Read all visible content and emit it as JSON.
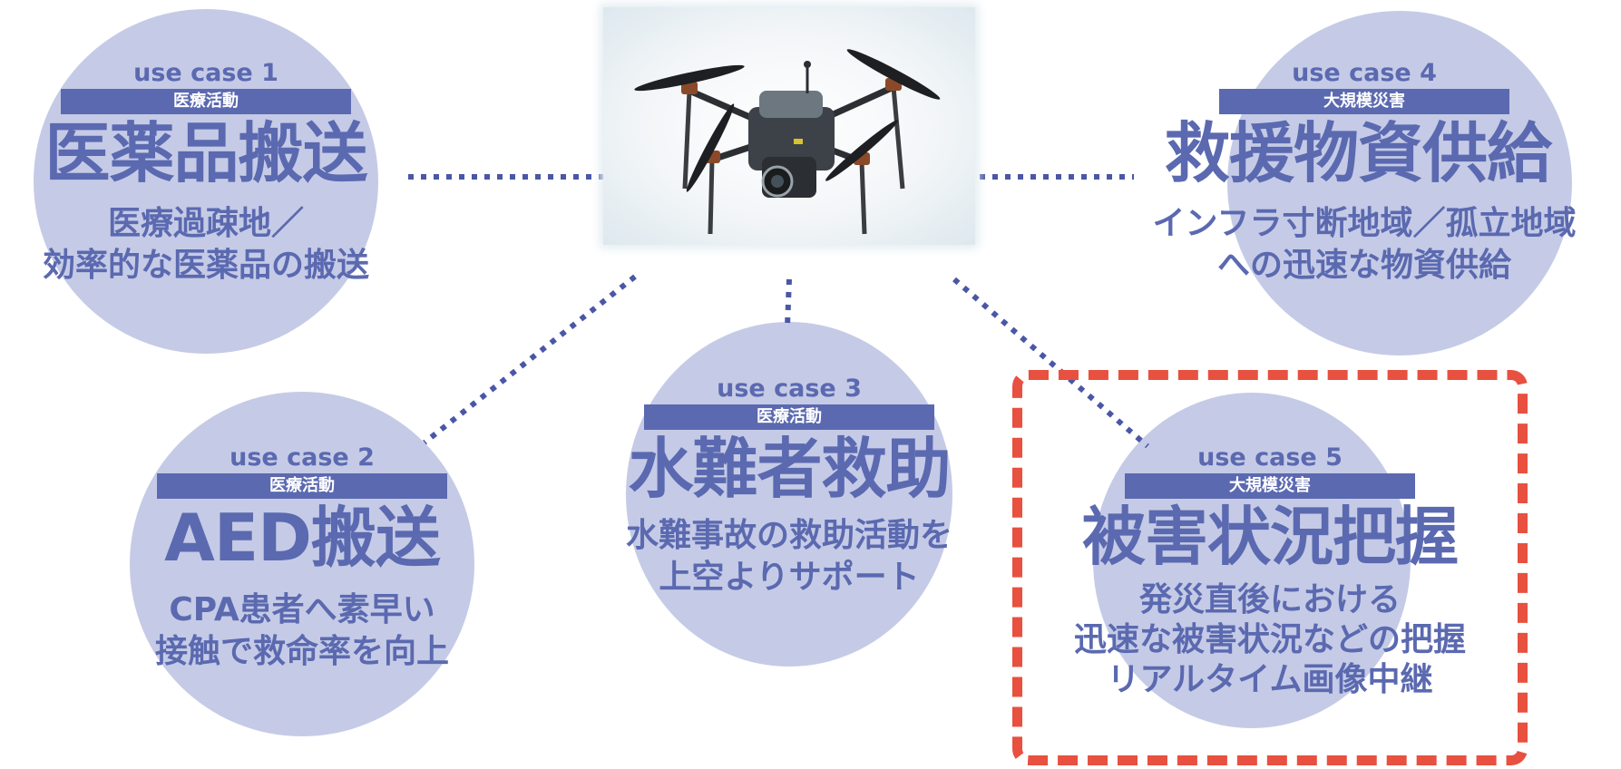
{
  "use_cases": [
    {
      "label": "use case 1",
      "tag": "医療活動",
      "title": "医薬品搬送",
      "desc_lines": [
        "医療過疎地／",
        "効率的な医薬品の搬送"
      ]
    },
    {
      "label": "use case 2",
      "tag": "医療活動",
      "title": "AED搬送",
      "desc_lines": [
        "CPA患者へ素早い",
        "接触で救命率を向上"
      ]
    },
    {
      "label": "use case 3",
      "tag": "医療活動",
      "title": "水難者救助",
      "desc_lines": [
        "水難事故の救助活動を",
        "上空よりサポート"
      ]
    },
    {
      "label": "use case 4",
      "tag": "大規模災害",
      "title": "救援物資供給",
      "desc_lines": [
        "インフラ寸断地域／孤立地域",
        "への迅速な物資供給"
      ]
    },
    {
      "label": "use case 5",
      "tag": "大規模災害",
      "title": "被害状況把握",
      "desc_lines": [
        "発災直後における",
        "迅速な被害状況などの把握",
        "リアルタイム画像中継"
      ],
      "highlighted": true
    }
  ],
  "colors": {
    "circle_fill": "#c5cbe6",
    "accent": "#5b69b0",
    "tag_text": "#ffffff",
    "highlight_border": "#e8503f",
    "connector": "#4a57a6"
  },
  "center_image": "drone-photo"
}
